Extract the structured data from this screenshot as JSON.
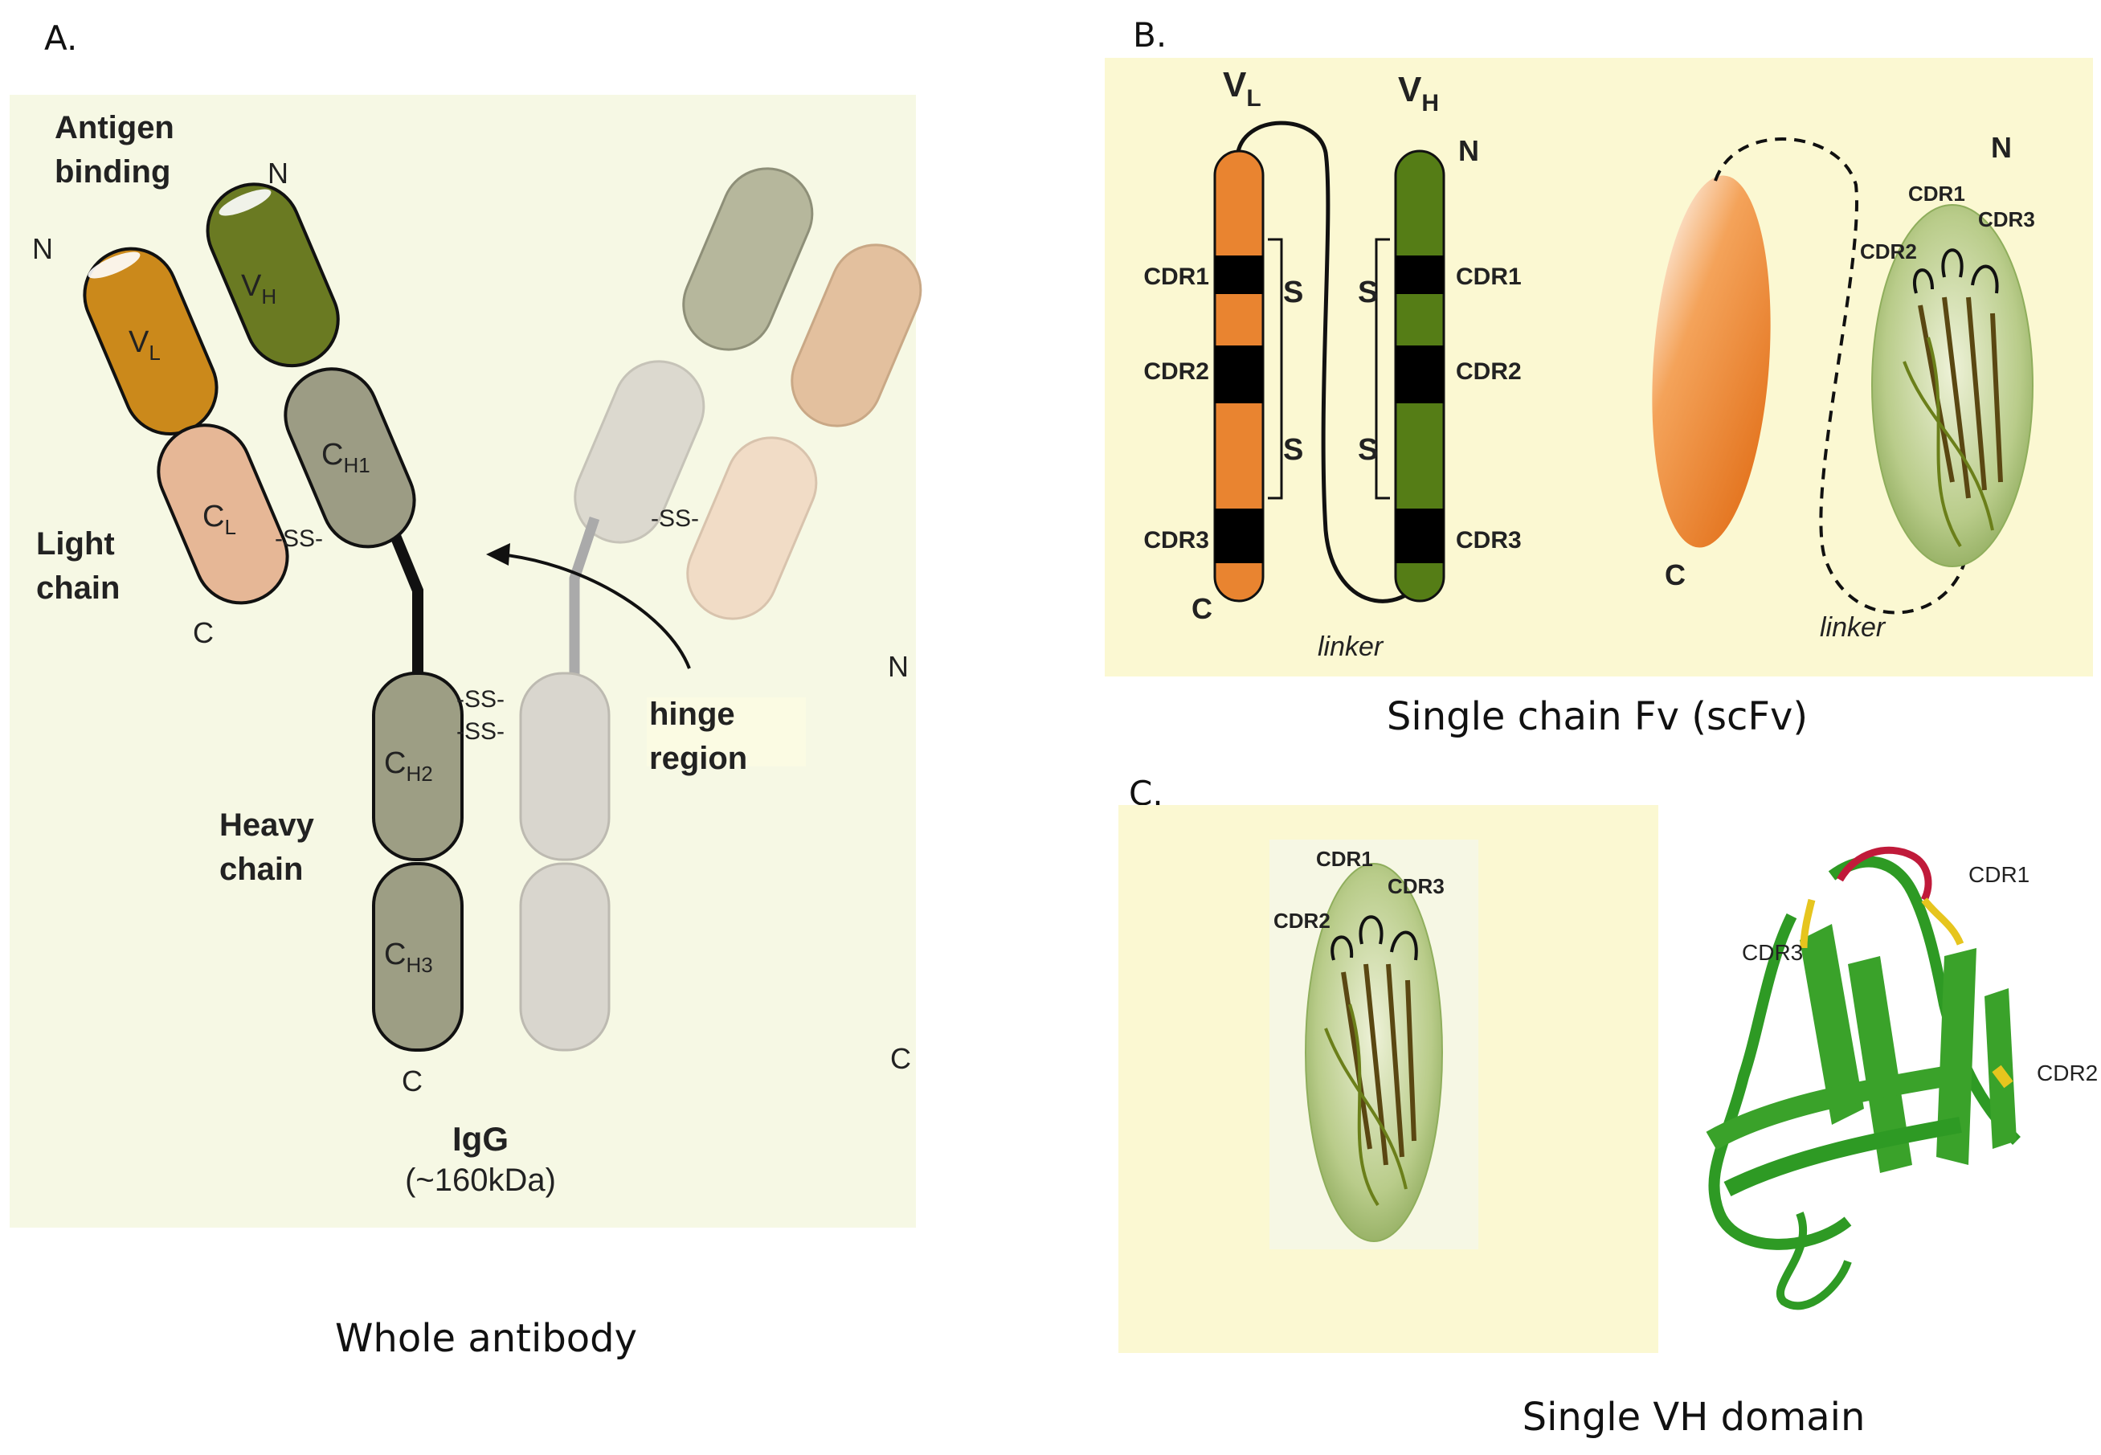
{
  "panel_a": {
    "letter": "A.",
    "labels": {
      "antigen_binding_line1": "Antigen",
      "antigen_binding_line2": "binding",
      "light_chain_line1": "Light",
      "light_chain_line2": "chain",
      "heavy_chain_line1": "Heavy",
      "heavy_chain_line2": "chain",
      "hinge_line1": "hinge",
      "hinge_line2": "region",
      "igg": "IgG",
      "igg_mass": "(~160kDa)",
      "n_light": "N",
      "n_heavy": "N",
      "c_light": "C",
      "c_heavy": "C",
      "n_right": "N",
      "c_right": "C",
      "ss_light": "-SS-",
      "ss_right": "-SS-",
      "ss_hinge_1": "-SS-",
      "ss_hinge_2": "-SS-"
    },
    "domains": {
      "vl": "V",
      "vl_sub": "L",
      "vh": "V",
      "vh_sub": "H",
      "cl": "C",
      "cl_sub": "L",
      "ch1": "C",
      "ch1_sub": "H1",
      "ch2": "C",
      "ch2_sub": "H2",
      "ch3": "C",
      "ch3_sub": "H3"
    },
    "caption": "Whole antibody"
  },
  "panel_b": {
    "letter": "B.",
    "vl_label": "V",
    "vl_sub": "L",
    "vh_label": "V",
    "vh_sub": "H",
    "n_label": "N",
    "c_label": "C",
    "cdr_left": [
      "CDR1",
      "CDR2",
      "CDR3"
    ],
    "cdr_right": [
      "CDR1",
      "CDR2",
      "CDR3"
    ],
    "s_labels": [
      "S",
      "S",
      "S",
      "S"
    ],
    "linker": "linker",
    "linker_right": "linker",
    "n_right": "N",
    "c_right": "C",
    "cdr_ribbon": [
      "CDR1",
      "CDR2",
      "CDR3"
    ],
    "caption": "Single chain Fv (scFv)"
  },
  "panel_c": {
    "letter": "C.",
    "cdr_ribbon": [
      "CDR1",
      "CDR2",
      "CDR3"
    ],
    "cdr_structure": [
      "CDR1",
      "CDR3",
      "CDR2"
    ],
    "caption": "Single VH domain"
  },
  "colors": {
    "panel_bg": "#f6f8e4",
    "panel_b_bg": "#fbf8d2",
    "vl_orange": "#cc8a1a",
    "vh_olive": "#6b7a22",
    "cl_peach": "#e6b796",
    "heavy_gray": "#9c9c84",
    "light_gray": "#d8d6cc",
    "scfv_orange": "#e98430",
    "scfv_green": "#557d16",
    "protein_green": "#3aa22a",
    "cdr_red": "#c01a3a",
    "cdr_yellow": "#e6c51e",
    "cdr_label_yellow": "#e0a81c"
  }
}
